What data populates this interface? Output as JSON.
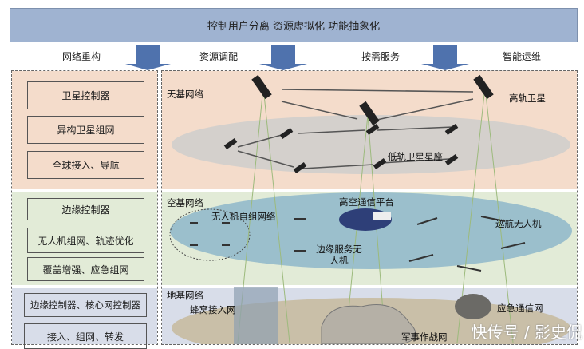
{
  "header": {
    "title": "控制用户分离 资源虚拟化 功能抽象化"
  },
  "categories": [
    "网络重构",
    "资源调配",
    "按需服务",
    "智能运维"
  ],
  "left": {
    "space": [
      "卫星控制器",
      "异构卫星组网",
      "全球接入、导航"
    ],
    "air": [
      "边缘控制器",
      "无人机组网、轨迹优化",
      "覆盖增强、应急组网"
    ],
    "ground": [
      "边缘控制器、核心网控制器",
      "接入、组网、转发"
    ]
  },
  "right": {
    "space": {
      "title": "天基网络",
      "geo": "高轨卫星",
      "leo": "低轨卫星星座"
    },
    "air": {
      "title": "空基网络",
      "swarm": "无人机自组网络",
      "hap": "高空通信平台",
      "edge": "边缘服务无人机",
      "cruise": "巡航无人机"
    },
    "ground": {
      "title": "地基网络",
      "cellular": "蜂窝接入网",
      "emergency": "应急通信网",
      "military": "军事作战网"
    }
  },
  "watermark": "快传号 / 影史侃",
  "colors": {
    "bar": "#9fb3d1",
    "arrow": "#4f72ad",
    "space": "#f4dccb",
    "air": "#e2ebd7",
    "ground": "#d8dde9"
  }
}
